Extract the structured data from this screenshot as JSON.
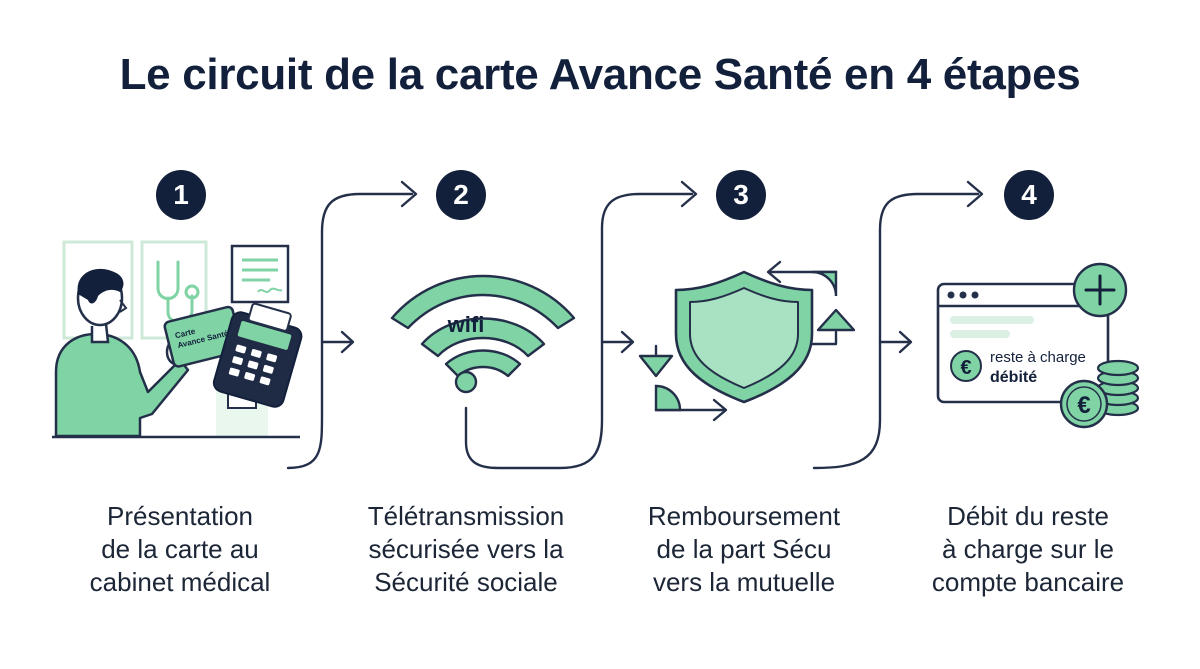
{
  "title": "Le circuit de la carte Avance Santé en 4 étapes",
  "colors": {
    "navy": "#13203b",
    "green": "#7fd3a4",
    "light_green": "#cdebd8",
    "stroke": "#24304a"
  },
  "steps": [
    {
      "number": "1",
      "icon": "doctor-office-card-terminal-illustration",
      "caption_lines": [
        "Présentation",
        "de la carte au",
        "cabinet médical"
      ]
    },
    {
      "number": "2",
      "icon": "wifi-icon",
      "caption_lines": [
        "Télétransmission",
        "sécurisée vers la",
        "Sécurité sociale"
      ]
    },
    {
      "number": "3",
      "icon": "shield-icon",
      "caption_lines": [
        "Remboursement",
        "de la part Sécu",
        "vers la mutuelle"
      ]
    },
    {
      "number": "4",
      "icon": "bank-browser-coins-icon",
      "caption_lines": [
        "Débit du reste",
        "à charge sur le",
        "compte bancaire"
      ]
    }
  ],
  "illustrations": {
    "card_text_line1": "Carte",
    "card_text_line2": "Avance Santé",
    "wifi_label": "wifi",
    "debit_text_line1": "reste à charge",
    "debit_text_line2": "débité",
    "euro_symbol": "€",
    "plus_symbol": "+"
  }
}
